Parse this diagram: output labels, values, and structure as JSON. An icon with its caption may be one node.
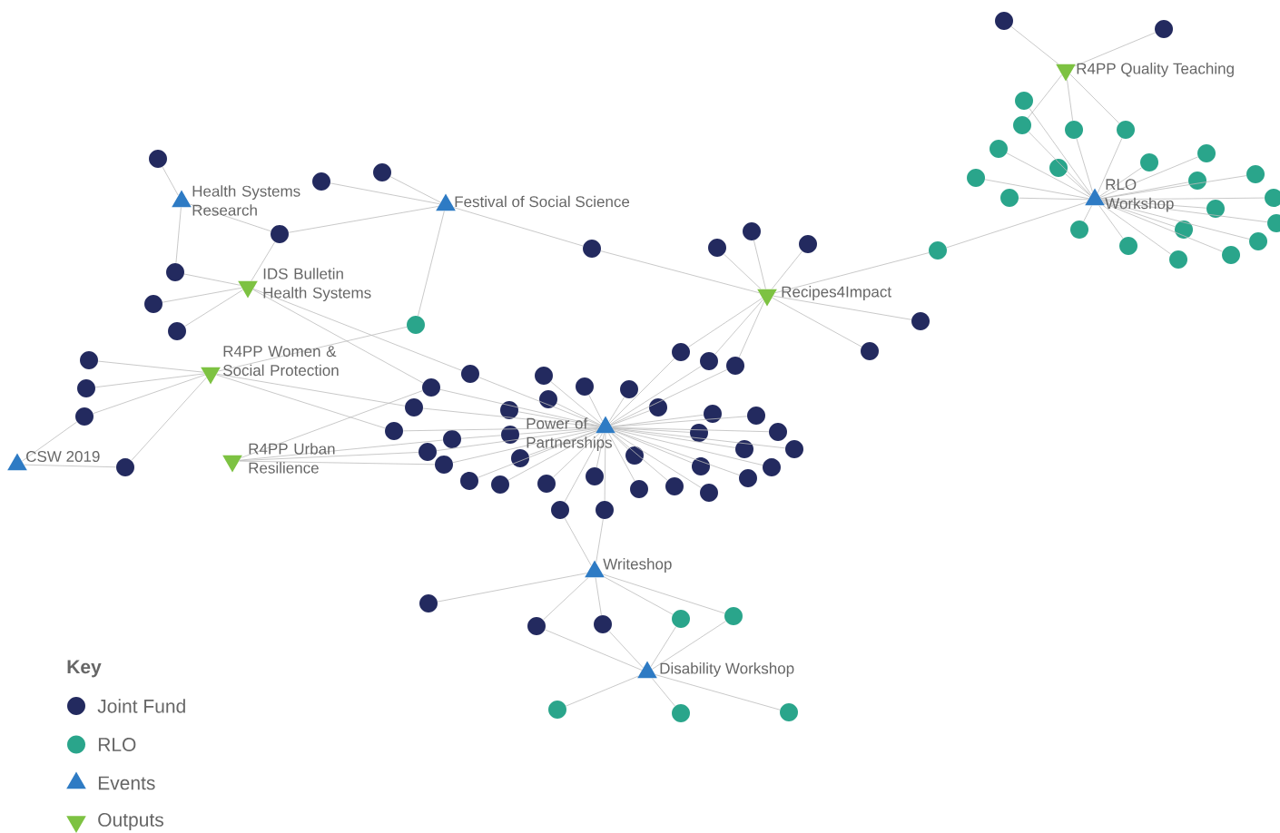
{
  "diagram": {
    "nodes": [
      {
        "text": [
          "Health Systems Research"
        ]
      },
      {
        "text": [
          "Festival of Social Science"
        ]
      },
      {
        "text": [
          "IDS Bulletin Health Systems"
        ]
      },
      {
        "text": [
          "R4PP Women & Social Protection"
        ]
      },
      {
        "text": [
          "CSW 2019"
        ]
      },
      {
        "text": [
          "R4PP Urban Resilience"
        ]
      },
      {
        "text": [
          "Power of Partnerships"
        ]
      },
      {
        "text": [
          "Recipes4Impact"
        ]
      },
      {
        "text": [
          "R4PP Quality Teaching"
        ]
      },
      {
        "text": [
          "RLO Workshop"
        ]
      },
      {
        "text": [
          "Writeshop"
        ]
      },
      {
        "text": [
          "Disability Workshop"
        ]
      },
      {
        "text": [],
        "shape": "circle"
      },
      {
        "text": [],
        "shape": "circle"
      },
      {
        "text": [],
        "shape": "circle"
      },
      {
        "text": [],
        "shape": "circle"
      },
      {
        "text": [],
        "shape": "circle"
      },
      {
        "text": [],
        "shape": "circle"
      },
      {
        "text": [],
        "shape": "circle"
      },
      {
        "text": [],
        "shape": "circle"
      },
      {
        "text": [],
        "shape": "circle"
      },
      {
        "text": [],
        "shape": "circle"
      },
      {
        "text": [],
        "shape": "circle"
      },
      {
        "text": [],
        "shape": "circle"
      },
      {
        "text": [],
        "shape": "circle"
      },
      {
        "text": [],
        "shape": "circle"
      },
      {
        "text": [],
        "shape": "circle"
      },
      {
        "text": [],
        "shape": "circle"
      },
      {
        "text": [],
        "shape": "circle"
      },
      {
        "text": [],
        "shape": "circle"
      },
      {
        "text": [],
        "shape": "circle"
      },
      {
        "text": [],
        "shape": "circle"
      },
      {
        "text": [],
        "shape": "circle"
      },
      {
        "text": [],
        "shape": "circle"
      },
      {
        "text": [],
        "shape": "circle"
      },
      {
        "text": [],
        "shape": "circle"
      },
      {
        "text": [],
        "shape": "circle"
      },
      {
        "text": [],
        "shape": "circle"
      },
      {
        "text": [],
        "shape": "circle"
      },
      {
        "text": [],
        "shape": "circle"
      },
      {
        "text": [],
        "shape": "circle"
      },
      {
        "text": [],
        "shape": "circle"
      },
      {
        "text": [],
        "shape": "circle"
      },
      {
        "text": [],
        "shape": "circle"
      },
      {
        "text": [],
        "shape": "circle"
      },
      {
        "text": [],
        "shape": "circle"
      },
      {
        "text": [],
        "shape": "circle"
      },
      {
        "text": [],
        "shape": "circle"
      },
      {
        "text": [],
        "shape": "circle"
      },
      {
        "text": [],
        "shape": "circle"
      },
      {
        "text": [],
        "shape": "circle"
      },
      {
        "text": [],
        "shape": "circle"
      },
      {
        "text": [],
        "shape": "circle"
      },
      {
        "text": [],
        "shape": "circle"
      },
      {
        "text": [],
        "shape": "circle"
      },
      {
        "text": [],
        "shape": "circle"
      },
      {
        "text": [],
        "shape": "circle"
      },
      {
        "text": [],
        "shape": "circle"
      },
      {
        "text": [],
        "shape": "circle"
      },
      {
        "text": [],
        "shape": "circle"
      },
      {
        "text": [],
        "shape": "circle"
      },
      {
        "text": [],
        "shape": "circle"
      },
      {
        "text": [],
        "shape": "circle"
      },
      {
        "text": [],
        "shape": "circle"
      },
      {
        "text": [],
        "shape": "circle"
      },
      {
        "text": [],
        "shape": "circle"
      },
      {
        "text": [],
        "shape": "circle"
      },
      {
        "text": [],
        "shape": "circle"
      },
      {
        "text": [],
        "shape": "circle"
      },
      {
        "text": [],
        "shape": "circle"
      },
      {
        "text": [],
        "shape": "circle"
      },
      {
        "text": [],
        "shape": "circle"
      },
      {
        "text": [],
        "shape": "circle"
      },
      {
        "text": [],
        "shape": "circle"
      },
      {
        "text": [],
        "shape": "circle"
      },
      {
        "text": [],
        "shape": "circle"
      },
      {
        "text": [],
        "shape": "circle"
      },
      {
        "text": [],
        "shape": "circle"
      },
      {
        "text": [],
        "shape": "circle"
      },
      {
        "text": [],
        "shape": "circle"
      },
      {
        "text": [],
        "shape": "circle"
      },
      {
        "text": [],
        "shape": "circle"
      },
      {
        "text": [],
        "shape": "circle"
      },
      {
        "text": [],
        "shape": "circle"
      },
      {
        "text": [],
        "shape": "circle"
      },
      {
        "text": [],
        "shape": "circle"
      },
      {
        "text": [],
        "shape": "circle"
      },
      {
        "text": [],
        "shape": "circle"
      },
      {
        "text": [],
        "shape": "circle"
      },
      {
        "text": [],
        "shape": "circle"
      },
      {
        "text": [],
        "shape": "circle"
      },
      {
        "text": [],
        "shape": "circle"
      },
      {
        "text": [],
        "shape": "circle"
      },
      {
        "text": [],
        "shape": "circle"
      },
      {
        "text": [],
        "shape": "circle"
      },
      {
        "text": [],
        "shape": "circle"
      },
      {
        "text": [],
        "shape": "circle"
      },
      {
        "text": [],
        "shape": "circle"
      },
      {
        "text": [],
        "shape": "circle"
      }
    ],
    "edges": [
      {
        "from": 12,
        "to": 0,
        "arrow": "none"
      },
      {
        "from": 13,
        "to": 0,
        "arrow": "none"
      },
      {
        "from": 14,
        "to": 0,
        "arrow": "none"
      },
      {
        "from": 13,
        "to": 2,
        "arrow": "none"
      },
      {
        "from": 14,
        "to": 1,
        "arrow": "none"
      },
      {
        "from": 14,
        "to": 2,
        "arrow": "none"
      },
      {
        "from": 15,
        "to": 1,
        "arrow": "none"
      },
      {
        "from": 16,
        "to": 1,
        "arrow": "none"
      },
      {
        "from": 17,
        "to": 1,
        "arrow": "none"
      },
      {
        "from": 17,
        "to": 7,
        "arrow": "none"
      },
      {
        "from": 18,
        "to": 1,
        "arrow": "none"
      },
      {
        "from": 18,
        "to": 3,
        "arrow": "none"
      },
      {
        "from": 19,
        "to": 2,
        "arrow": "none"
      },
      {
        "from": 20,
        "to": 2,
        "arrow": "none"
      },
      {
        "from": 2,
        "to": 26,
        "arrow": "none"
      },
      {
        "from": 2,
        "to": 25,
        "arrow": "none"
      },
      {
        "from": 21,
        "to": 3,
        "arrow": "none"
      },
      {
        "from": 22,
        "to": 3,
        "arrow": "none"
      },
      {
        "from": 23,
        "to": 3,
        "arrow": "none"
      },
      {
        "from": 24,
        "to": 3,
        "arrow": "none"
      },
      {
        "from": 23,
        "to": 4,
        "arrow": "none"
      },
      {
        "from": 24,
        "to": 4,
        "arrow": "none"
      },
      {
        "from": 3,
        "to": 27,
        "arrow": "none"
      },
      {
        "from": 3,
        "to": 28,
        "arrow": "none"
      },
      {
        "from": 5,
        "to": 26,
        "arrow": "none"
      },
      {
        "from": 5,
        "to": 29,
        "arrow": "none"
      },
      {
        "from": 5,
        "to": 30,
        "arrow": "none"
      },
      {
        "from": 5,
        "to": 31,
        "arrow": "none"
      },
      {
        "from": 25,
        "to": 6,
        "arrow": "none"
      },
      {
        "from": 26,
        "to": 6,
        "arrow": "none"
      },
      {
        "from": 27,
        "to": 6,
        "arrow": "none"
      },
      {
        "from": 28,
        "to": 6,
        "arrow": "none"
      },
      {
        "from": 29,
        "to": 36,
        "arrow": "none"
      },
      {
        "from": 30,
        "to": 6,
        "arrow": "none"
      },
      {
        "from": 31,
        "to": 6,
        "arrow": "none"
      },
      {
        "from": 32,
        "to": 6,
        "arrow": "none"
      },
      {
        "from": 33,
        "to": 6,
        "arrow": "none"
      },
      {
        "from": 34,
        "to": 6,
        "arrow": "none"
      },
      {
        "from": 35,
        "to": 6,
        "arrow": "none"
      },
      {
        "from": 36,
        "to": 6,
        "arrow": "none"
      },
      {
        "from": 37,
        "to": 6,
        "arrow": "none"
      },
      {
        "from": 38,
        "to": 6,
        "arrow": "none"
      },
      {
        "from": 39,
        "to": 6,
        "arrow": "none"
      },
      {
        "from": 40,
        "to": 6,
        "arrow": "none"
      },
      {
        "from": 41,
        "to": 6,
        "arrow": "none"
      },
      {
        "from": 42,
        "to": 6,
        "arrow": "none"
      },
      {
        "from": 43,
        "to": 6,
        "arrow": "none"
      },
      {
        "from": 44,
        "to": 6,
        "arrow": "none"
      },
      {
        "from": 45,
        "to": 6,
        "arrow": "none"
      },
      {
        "from": 46,
        "to": 6,
        "arrow": "none"
      },
      {
        "from": 47,
        "to": 6,
        "arrow": "none"
      },
      {
        "from": 48,
        "to": 6,
        "arrow": "none"
      },
      {
        "from": 49,
        "to": 6,
        "arrow": "none"
      },
      {
        "from": 50,
        "to": 6,
        "arrow": "none"
      },
      {
        "from": 51,
        "to": 6,
        "arrow": "none"
      },
      {
        "from": 52,
        "to": 6,
        "arrow": "none"
      },
      {
        "from": 53,
        "to": 6,
        "arrow": "none"
      },
      {
        "from": 54,
        "to": 6,
        "arrow": "none"
      },
      {
        "from": 55,
        "to": 6,
        "arrow": "none"
      },
      {
        "from": 56,
        "to": 6,
        "arrow": "none"
      },
      {
        "from": 57,
        "to": 6,
        "arrow": "none"
      },
      {
        "from": 58,
        "to": 6,
        "arrow": "none"
      },
      {
        "from": 59,
        "to": 6,
        "arrow": "none"
      },
      {
        "from": 60,
        "to": 6,
        "arrow": "none"
      },
      {
        "from": 61,
        "to": 6,
        "arrow": "none"
      },
      {
        "from": 42,
        "to": 7,
        "arrow": "none"
      },
      {
        "from": 43,
        "to": 7,
        "arrow": "none"
      },
      {
        "from": 44,
        "to": 7,
        "arrow": "none"
      },
      {
        "from": 60,
        "to": 10,
        "arrow": "none"
      },
      {
        "from": 61,
        "to": 10,
        "arrow": "none"
      },
      {
        "from": 62,
        "to": 7,
        "arrow": "none"
      },
      {
        "from": 63,
        "to": 7,
        "arrow": "none"
      },
      {
        "from": 64,
        "to": 7,
        "arrow": "none"
      },
      {
        "from": 65,
        "to": 7,
        "arrow": "none"
      },
      {
        "from": 66,
        "to": 7,
        "arrow": "none"
      },
      {
        "from": 67,
        "to": 7,
        "arrow": "none"
      },
      {
        "from": 67,
        "to": 9,
        "arrow": "none"
      },
      {
        "from": 68,
        "to": 8,
        "arrow": "none"
      },
      {
        "from": 69,
        "to": 8,
        "arrow": "none"
      },
      {
        "from": 8,
        "to": 71,
        "arrow": "none"
      },
      {
        "from": 8,
        "to": 72,
        "arrow": "none"
      },
      {
        "from": 8,
        "to": 73,
        "arrow": "none"
      },
      {
        "from": 70,
        "to": 9,
        "arrow": "none"
      },
      {
        "from": 71,
        "to": 9,
        "arrow": "none"
      },
      {
        "from": 72,
        "to": 9,
        "arrow": "none"
      },
      {
        "from": 73,
        "to": 9,
        "arrow": "none"
      },
      {
        "from": 74,
        "to": 9,
        "arrow": "none"
      },
      {
        "from": 75,
        "to": 9,
        "arrow": "none"
      },
      {
        "from": 76,
        "to": 9,
        "arrow": "none"
      },
      {
        "from": 77,
        "to": 9,
        "arrow": "none"
      },
      {
        "from": 78,
        "to": 9,
        "arrow": "none"
      },
      {
        "from": 79,
        "to": 9,
        "arrow": "none"
      },
      {
        "from": 80,
        "to": 9,
        "arrow": "none"
      },
      {
        "from": 81,
        "to": 9,
        "arrow": "none"
      },
      {
        "from": 82,
        "to": 9,
        "arrow": "none"
      },
      {
        "from": 83,
        "to": 9,
        "arrow": "none"
      },
      {
        "from": 84,
        "to": 9,
        "arrow": "none"
      },
      {
        "from": 85,
        "to": 9,
        "arrow": "none"
      },
      {
        "from": 86,
        "to": 9,
        "arrow": "none"
      },
      {
        "from": 87,
        "to": 9,
        "arrow": "none"
      },
      {
        "from": 88,
        "to": 9,
        "arrow": "none"
      },
      {
        "from": 89,
        "to": 9,
        "arrow": "none"
      },
      {
        "from": 90,
        "to": 9,
        "arrow": "none"
      },
      {
        "from": 91,
        "to": 10,
        "arrow": "none"
      },
      {
        "from": 92,
        "to": 10,
        "arrow": "none"
      },
      {
        "from": 93,
        "to": 10,
        "arrow": "none"
      },
      {
        "from": 94,
        "to": 10,
        "arrow": "none"
      },
      {
        "from": 95,
        "to": 10,
        "arrow": "none"
      },
      {
        "from": 92,
        "to": 11,
        "arrow": "none"
      },
      {
        "from": 93,
        "to": 11,
        "arrow": "none"
      },
      {
        "from": 94,
        "to": 11,
        "arrow": "none"
      },
      {
        "from": 95,
        "to": 11,
        "arrow": "none"
      },
      {
        "from": 96,
        "to": 11,
        "arrow": "none"
      },
      {
        "from": 97,
        "to": 11,
        "arrow": "none"
      },
      {
        "from": 98,
        "to": 11,
        "arrow": "none"
      }
    ],
    "labels": [
      "Key"
    ],
    "legend": [
      {
        "text": "Joint Fund",
        "color": "#232a5f"
      },
      {
        "text": "RLO",
        "color": "#2aa58b"
      },
      {
        "text": "Events",
        "color": "#2e7bc4"
      },
      {
        "text": "Outputs",
        "color": "#7dc242"
      }
    ]
  }
}
